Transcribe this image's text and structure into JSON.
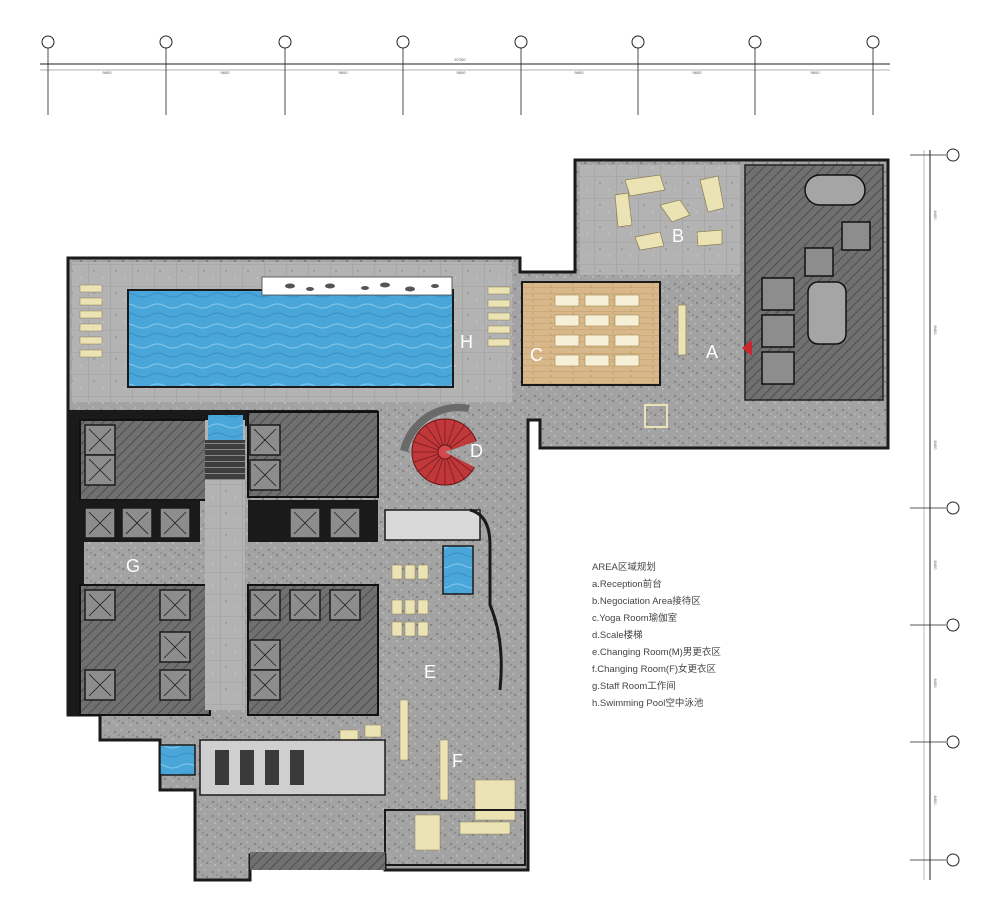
{
  "zones": {
    "A": "A",
    "B": "B",
    "C": "C",
    "D": "D",
    "E": "E",
    "F": "F",
    "G": "G",
    "H": "H"
  },
  "legend": {
    "title": "AREA区域规划",
    "items": [
      "a.Reception前台",
      "b.Negociation Area接待区",
      "c.Yoga Room瑜伽室",
      "d.Scale楼梯",
      "e.Changing Room(M)男更衣区",
      "f.Changing Room(F)女更衣区",
      "g.Staff Room工作间",
      "h.Swimming Pool空中泳池"
    ]
  },
  "dimensions": {
    "top_total": "67200",
    "top_segments": [
      "9600",
      "9600",
      "9600",
      "9600",
      "9600",
      "9600",
      "9600"
    ],
    "right_segments": [
      "8400",
      "8400",
      "8400",
      "8400",
      "8400",
      "8400"
    ]
  },
  "colors": {
    "wall": "#1a1a1a",
    "floor_stone": "#9a9a9a",
    "pool_water": "#4aa3d6",
    "wood": "#d9b98c",
    "furniture": "#ece3b4",
    "stair_red": "#c0383a",
    "dark_hatch": "#6c6c6c"
  }
}
